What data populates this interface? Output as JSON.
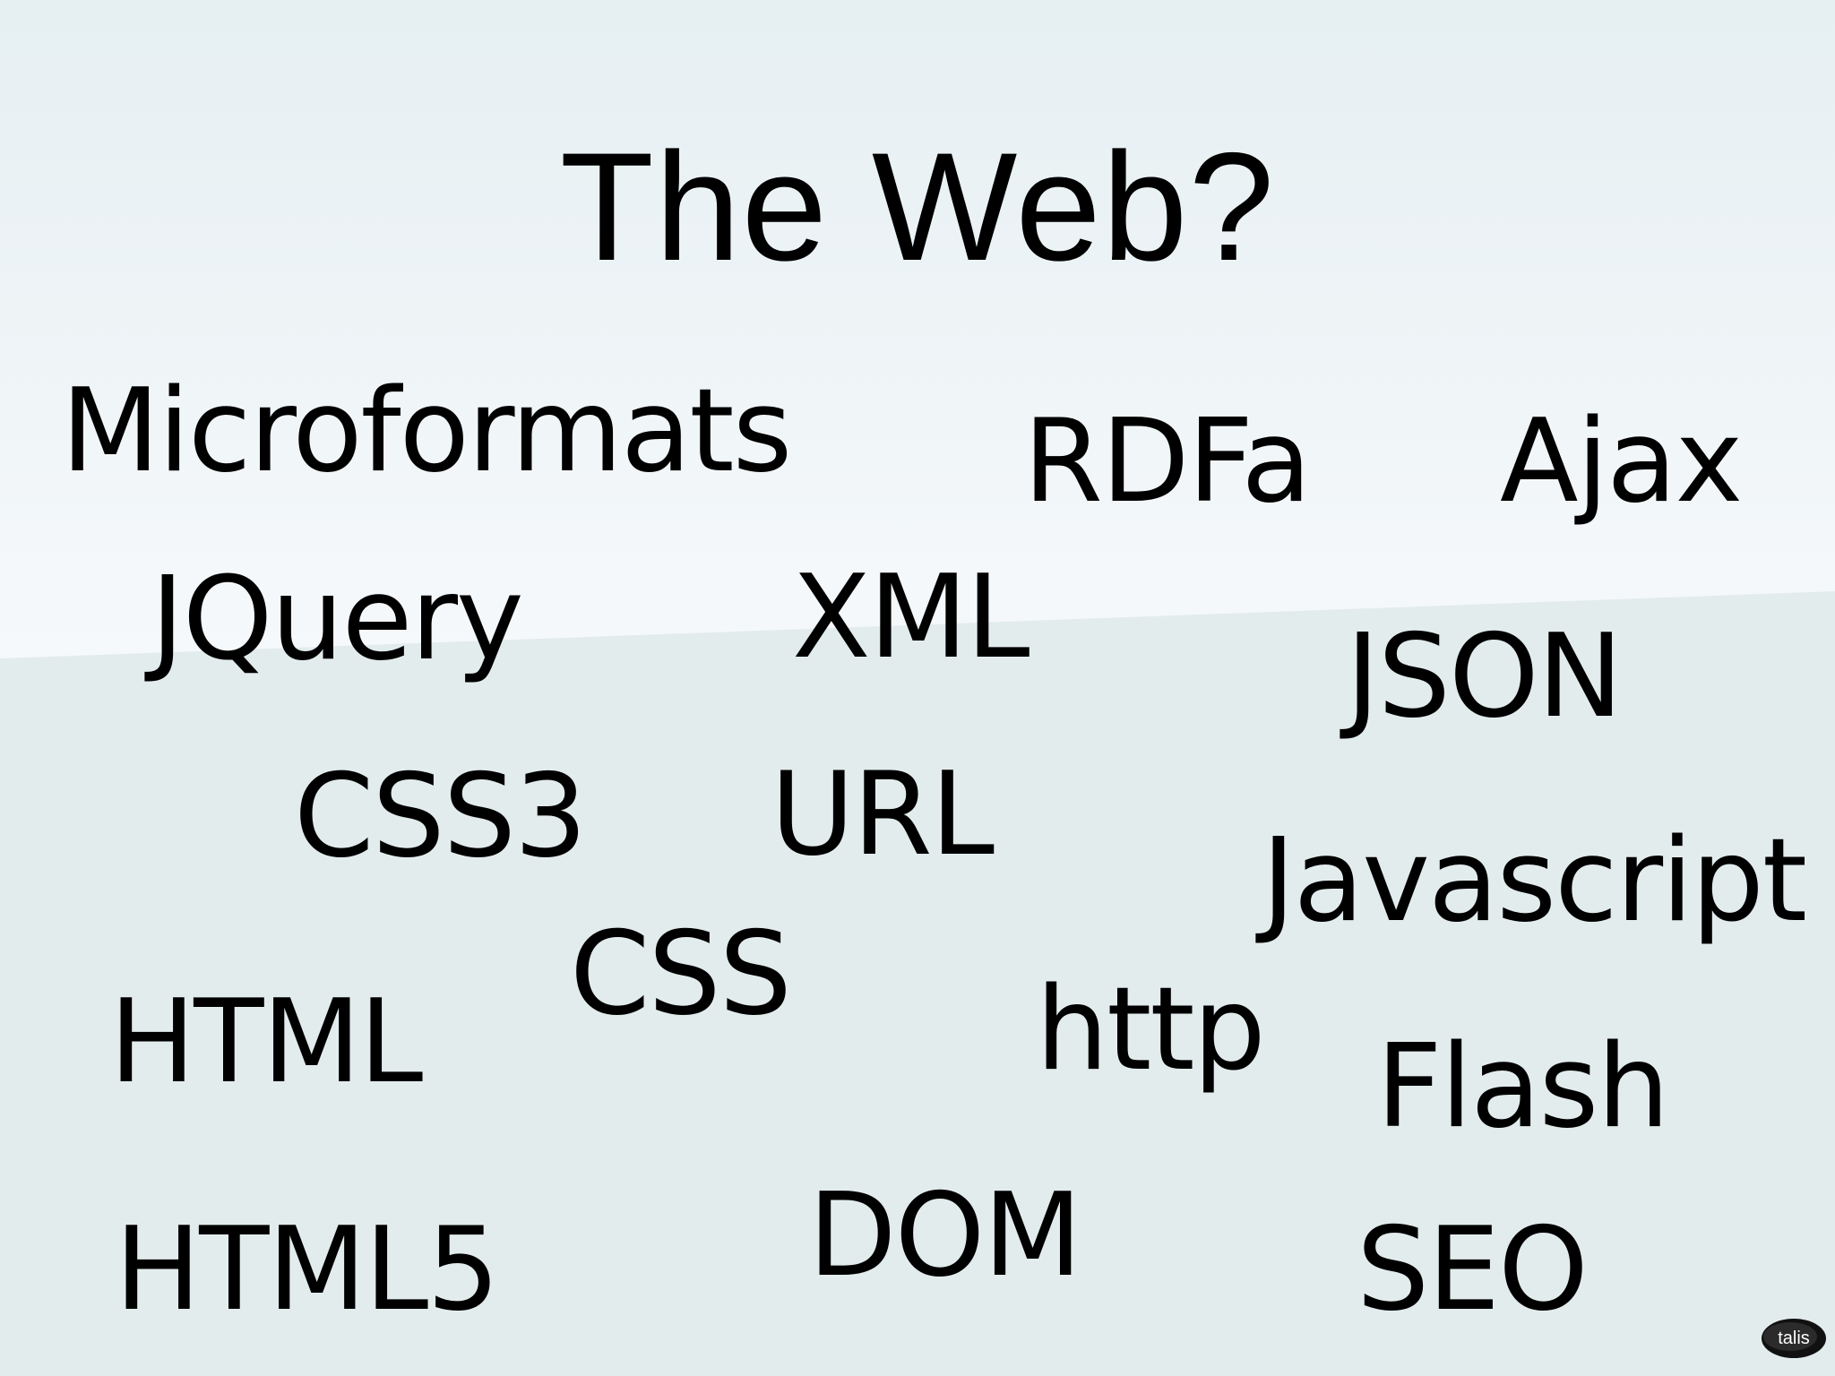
{
  "slide": {
    "title": "The Web?",
    "terms": [
      "Microformats",
      "RDFa",
      "Ajax",
      "JQuery",
      "XML",
      "JSON",
      "CSS3",
      "URL",
      "Javascript",
      "CSS",
      "HTML",
      "http",
      "Flash",
      "HTML5",
      "DOM",
      "SEO"
    ],
    "logo_text": "talis"
  },
  "colors": {
    "background_upper": "#f2f7f9",
    "background_lower": "#e3eced",
    "text": "#000000"
  }
}
